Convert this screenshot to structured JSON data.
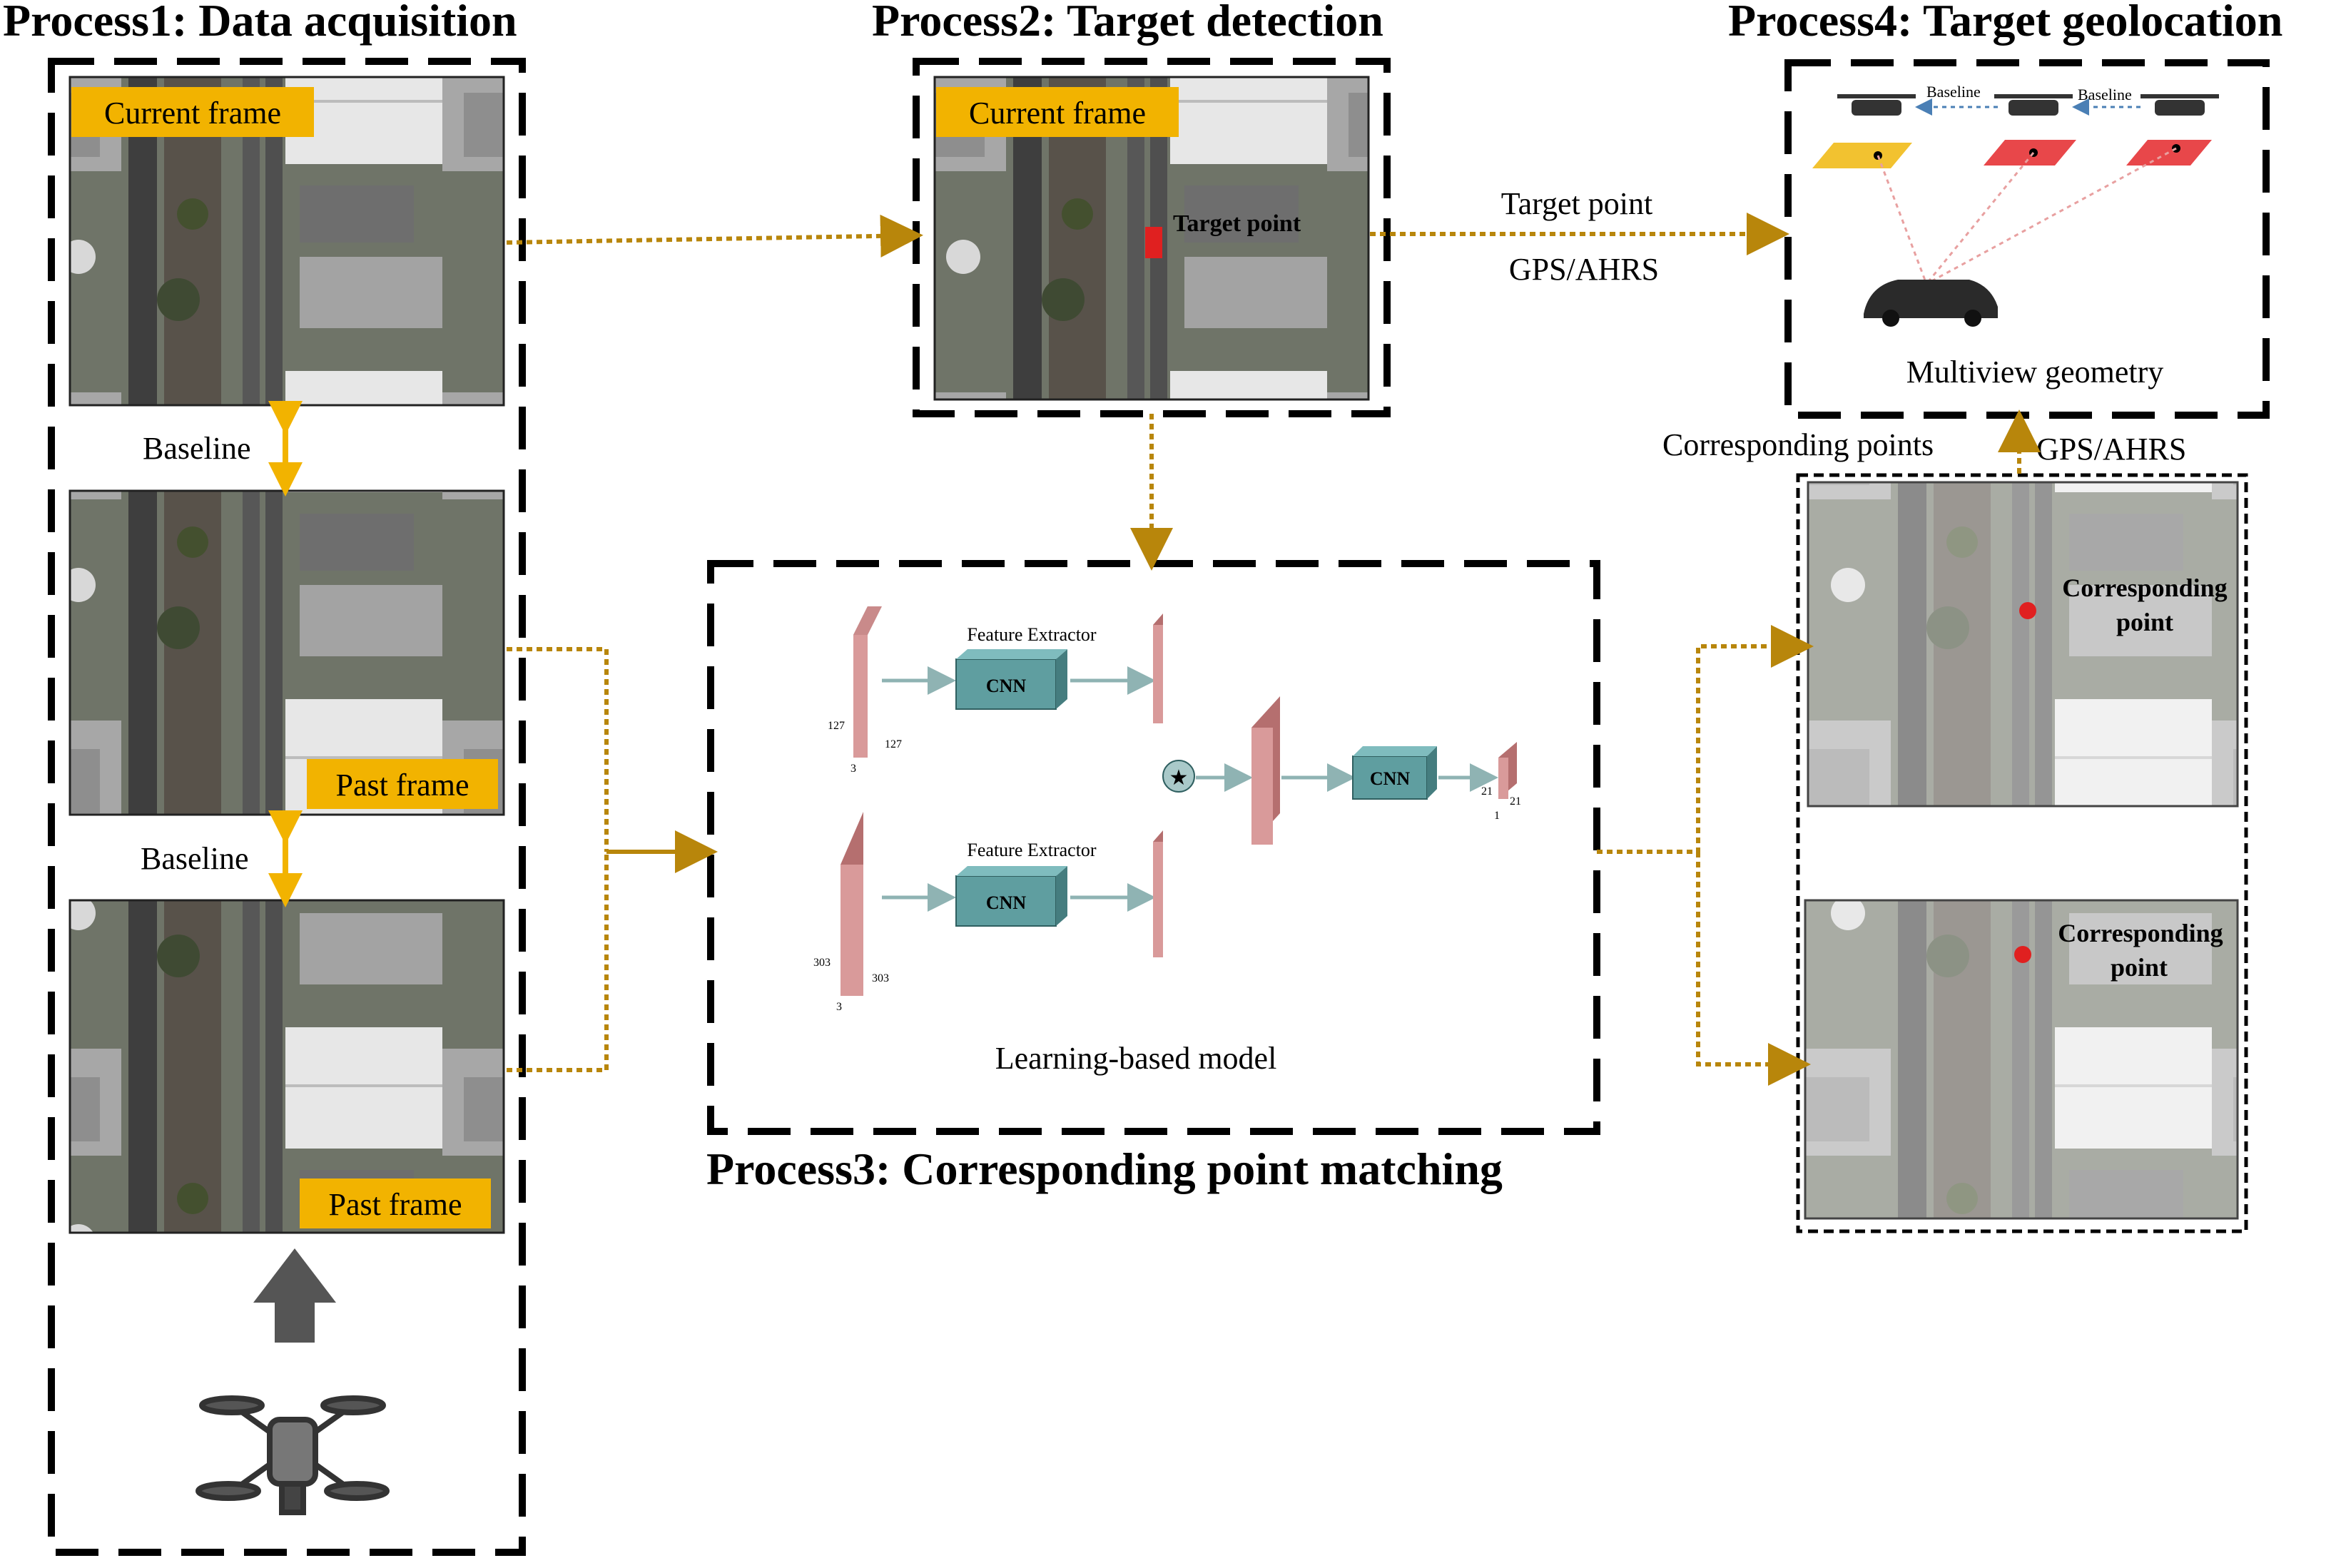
{
  "processes": {
    "p1": {
      "title": "Process1: Data acquisition"
    },
    "p2": {
      "title": "Process2: Target detection"
    },
    "p3": {
      "title": "Process3: Corresponding  point matching"
    },
    "p4": {
      "title": "Process4: Target geolocation"
    }
  },
  "frames": {
    "current": "Current frame",
    "past": "Past frame"
  },
  "labels": {
    "baseline": "Baseline",
    "target_point": "Target point",
    "target_point_arrow": "Target point",
    "gps_ahrs": "GPS/AHRS",
    "multiview_geometry": "Multiview geometry",
    "corresponding_points": "Corresponding points",
    "corresponding_point": "Corresponding",
    "corresponding_point_2": "point",
    "learning_model": "Learning-based model"
  },
  "network": {
    "feature_extractor": "Feature Extractor",
    "cnn": "CNN",
    "dim_127": "127",
    "dim_3": "3",
    "dim_303": "303",
    "dim_21": "21",
    "dim_1": "1",
    "correlation_symbol": "★"
  },
  "colors": {
    "arrow_gold": "#b8860b",
    "frame_label_bg": "#f2b300",
    "slab": "#d99a9a",
    "cnn_box": "#5f9ea0",
    "target_red": "#e02020"
  }
}
